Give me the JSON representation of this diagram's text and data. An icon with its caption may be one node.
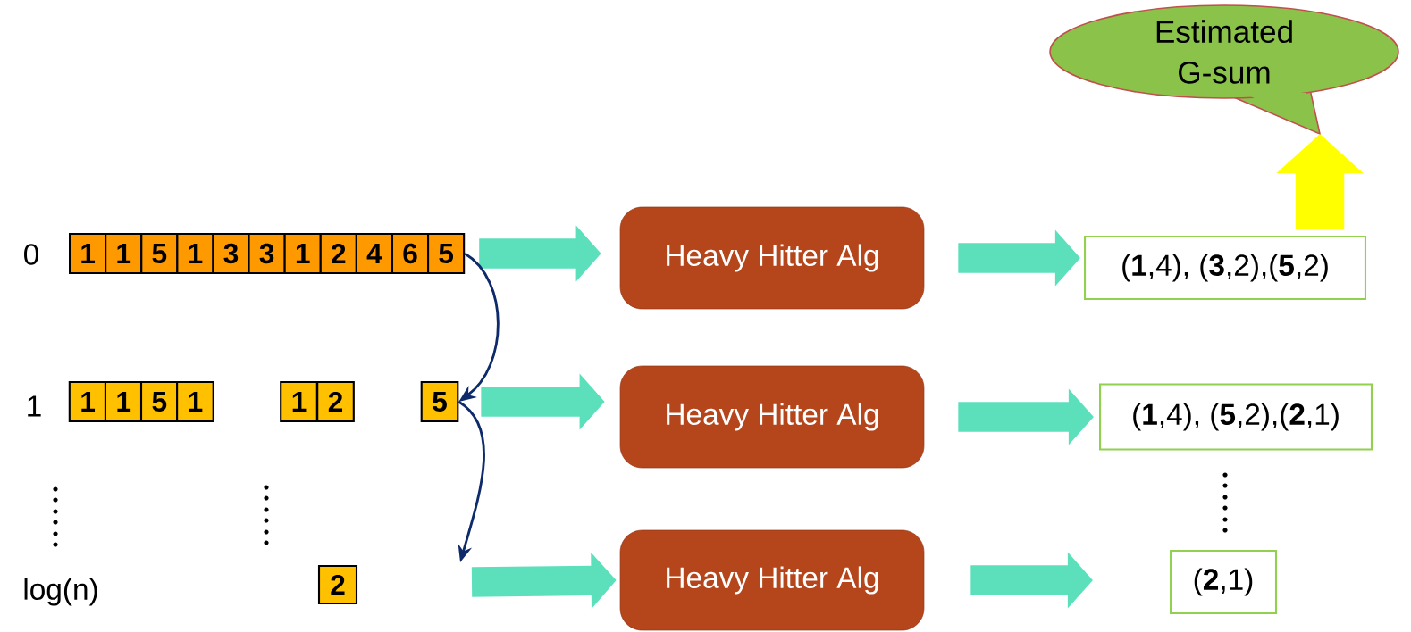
{
  "diagram": {
    "nodes": [
      {
        "text": [
          "Estimated G-sum"
        ]
      },
      {
        "text": [
          "1"
        ]
      },
      {
        "text": [
          "1"
        ]
      },
      {
        "text": [
          "5"
        ]
      },
      {
        "text": [
          "1"
        ]
      },
      {
        "text": [
          "3"
        ]
      },
      {
        "text": [
          "3"
        ]
      },
      {
        "text": [
          "1"
        ]
      },
      {
        "text": [
          "2"
        ]
      },
      {
        "text": [
          "4"
        ]
      },
      {
        "text": [
          "6"
        ]
      },
      {
        "text": [
          "5"
        ]
      },
      {
        "text": [
          "Heavy Hitter Alg"
        ]
      },
      {
        "text": [
          "(**1**,4), (**3**,2),(**5**,2)"
        ]
      },
      {
        "text": [
          "1"
        ]
      },
      {
        "text": [
          "1"
        ]
      },
      {
        "text": [
          "5"
        ]
      },
      {
        "text": [
          "1"
        ]
      },
      {
        "text": [
          "1"
        ]
      },
      {
        "text": [
          "2"
        ]
      },
      {
        "text": [
          "5"
        ]
      },
      {
        "text": [
          "Heavy Hitter Alg"
        ]
      },
      {
        "text": [
          "(**1**,4), (**5**,2),(**2**,1)"
        ]
      },
      {
        "text": [
          "2"
        ]
      },
      {
        "text": [
          "Heavy Hitter Alg"
        ]
      },
      {
        "text": [
          "(**2**,1)"
        ]
      }
    ],
    "edges": [
      {
        "from": 11,
        "to": 12,
        "arrow": "to"
      },
      {
        "from": 12,
        "to": 13,
        "arrow": "to"
      },
      {
        "from": 13,
        "to": 0,
        "arrow": "to",
        "color": "#ffff00"
      },
      {
        "from": 11,
        "to": 20,
        "arrow": "to",
        "color": "#0d2a6b"
      },
      {
        "from": 20,
        "to": 21,
        "arrow": "to"
      },
      {
        "from": 21,
        "to": 22,
        "arrow": "to"
      },
      {
        "from": 20,
        "to": null,
        "arrow": "to",
        "color": "#0d2a6b"
      },
      {
        "from": null,
        "to": 24,
        "arrow": "to"
      },
      {
        "from": 24,
        "to": 25,
        "arrow": "to"
      }
    ],
    "labels": [
      "0",
      "1",
      "log(n)"
    ]
  }
}
